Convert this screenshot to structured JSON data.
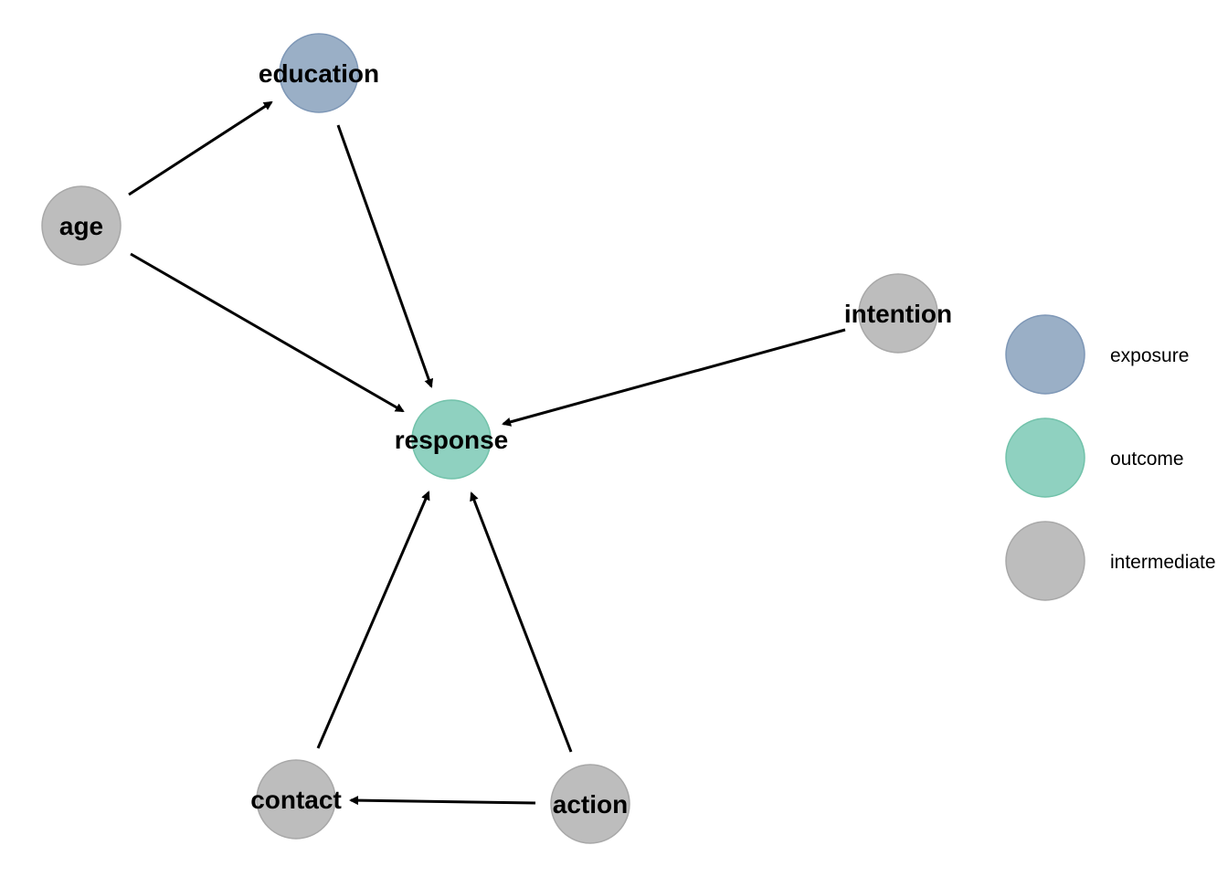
{
  "colors": {
    "exposure": "#9aafc6",
    "exposure_stroke": "#7e97b6",
    "outcome": "#8fd1c0",
    "outcome_stroke": "#72c2aa",
    "intermediate": "#bdbdbd",
    "intermediate_stroke": "#a8a8a8"
  },
  "nodes": {
    "education": {
      "label": "education",
      "status": "exposure"
    },
    "age": {
      "label": "age",
      "status": "intermediate"
    },
    "intention": {
      "label": "intention",
      "status": "intermediate"
    },
    "response": {
      "label": "response",
      "status": "outcome"
    },
    "contact": {
      "label": "contact",
      "status": "intermediate"
    },
    "action": {
      "label": "action",
      "status": "intermediate"
    }
  },
  "edges": [
    {
      "from": "age",
      "to": "education"
    },
    {
      "from": "age",
      "to": "response"
    },
    {
      "from": "education",
      "to": "response"
    },
    {
      "from": "intention",
      "to": "response"
    },
    {
      "from": "contact",
      "to": "response"
    },
    {
      "from": "action",
      "to": "response"
    },
    {
      "from": "action",
      "to": "contact"
    }
  ],
  "legend": {
    "items": [
      {
        "key": "exposure",
        "label": "exposure"
      },
      {
        "key": "outcome",
        "label": "outcome"
      },
      {
        "key": "intermediate",
        "label": "intermediate"
      }
    ]
  }
}
